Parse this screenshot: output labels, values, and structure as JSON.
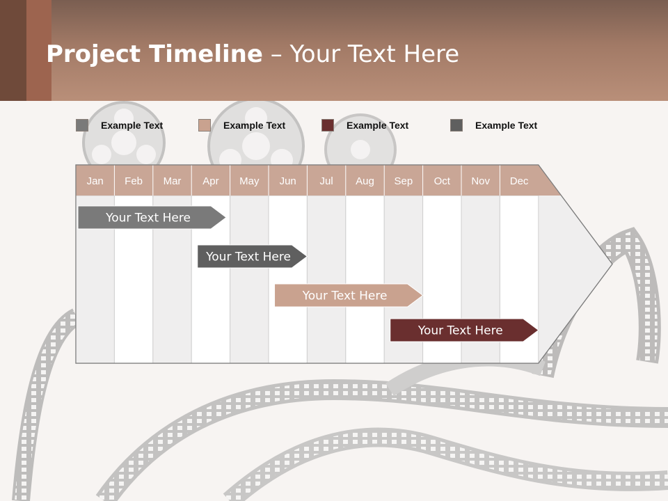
{
  "slide": {
    "title_bold": "Project Timeline",
    "title_rest": " – Your Text Here"
  },
  "legend": [
    {
      "label": "Example Text",
      "color": "#7a7a7a"
    },
    {
      "label": "Example Text",
      "color": "#c9a28f"
    },
    {
      "label": "Example Text",
      "color": "#6a2f2f"
    },
    {
      "label": "Example Text",
      "color": "#5f5f5f"
    }
  ],
  "colors": {
    "header_band": "#b98f79",
    "month_header": "#c9a696",
    "column_light": "#efeeee",
    "column_white": "#ffffff"
  },
  "chart_data": {
    "type": "table",
    "months": [
      "Jan",
      "Feb",
      "Mar",
      "Apr",
      "May",
      "Jun",
      "Jul",
      "Aug",
      "Sep",
      "Oct",
      "Nov",
      "Dec"
    ],
    "tasks": [
      {
        "label": "Your  Text Here",
        "start_month": 1.0,
        "end_month": 4.9,
        "color": "#7a7a7a"
      },
      {
        "label": "Your  Text Here",
        "start_month": 4.1,
        "end_month": 7.0,
        "color": "#5f5f5f"
      },
      {
        "label": "Your  Text Here",
        "start_month": 6.1,
        "end_month": 10.0,
        "color": "#c9a28f"
      },
      {
        "label": "Your  Text Here",
        "start_month": 9.1,
        "end_month": 13.0,
        "color": "#6a2f2f"
      }
    ]
  }
}
